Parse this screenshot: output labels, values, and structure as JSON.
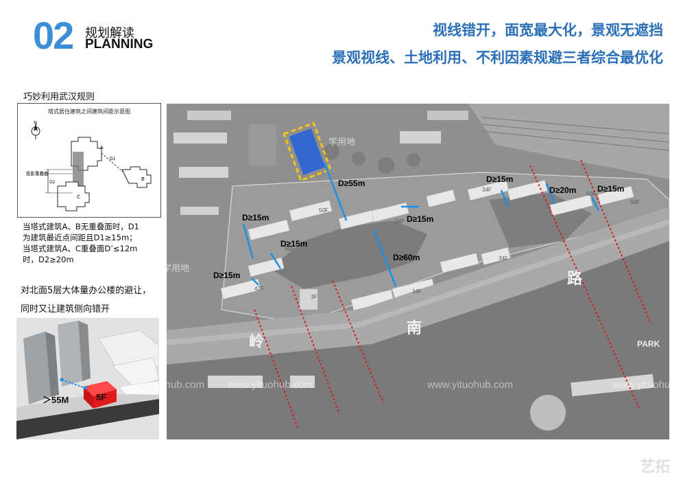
{
  "header": {
    "section_number": "02",
    "section_title_cn": "规划解读",
    "section_title_en": "PLANNING",
    "headline_1": "视线错开，面宽最大化，景观无遮挡",
    "headline_2": "景观视线、土地利用、不利因素规避三者综合最优化"
  },
  "colors": {
    "accent_blue": "#3c8fd6",
    "headline_blue": "#2a6fb8",
    "distance_blue": "#1a8fe8",
    "sightline_red": "#d61e1e",
    "office_red": "#e01b1b"
  },
  "left_panel": {
    "rules_heading": "巧妙利用武汉规则",
    "diagram_title": "塔式居住建筑之间建筑间距示意图",
    "diagram_labels": {
      "north": "N",
      "a": "A",
      "b": "B",
      "c": "C",
      "overlap": "投影重叠面",
      "d1": "D1",
      "d2": "D2"
    },
    "rules_notes": [
      "当塔式建筑A、B无重叠面时，D1",
      "为建筑最近点间距且D1≥15m；",
      "当塔式建筑A、C重叠面D’≤12m",
      "时，D2≥20m"
    ],
    "office_text_1": "对北面5层大体量办公楼的避让，",
    "office_text_2": "同时又让建筑侧向错开",
    "render_labels": {
      "distance": "＞55M",
      "office_floors": "5F"
    }
  },
  "site_plan": {
    "distance_labels": {
      "d55": "D≥55m",
      "d15_left": "D≥15m",
      "d15_mid": "D≥15m",
      "d15_center": "D≥15m",
      "d15_right1": "D≥15m",
      "d20": "D≥20m",
      "d15_right2": "D≥15m",
      "d15_lower": "D≥15m",
      "d60": "D≥60m"
    },
    "floor_labels": {
      "f50_left": "50F",
      "f50_mid": "50F",
      "f34_a": "34F",
      "f34_b": "34F",
      "f34_c": "34F",
      "f34_d": "34F",
      "f41": "41F",
      "f3": "3F",
      "f50_right": "50F",
      "f50_far": "50F"
    },
    "land_labels": {
      "top": "学用地",
      "left": "学用地"
    },
    "road_chars": [
      "岭",
      "南",
      "路"
    ],
    "park_label": "PARK"
  },
  "watermarks": {
    "url": "www.yituohub.com",
    "brand": "艺拓"
  }
}
